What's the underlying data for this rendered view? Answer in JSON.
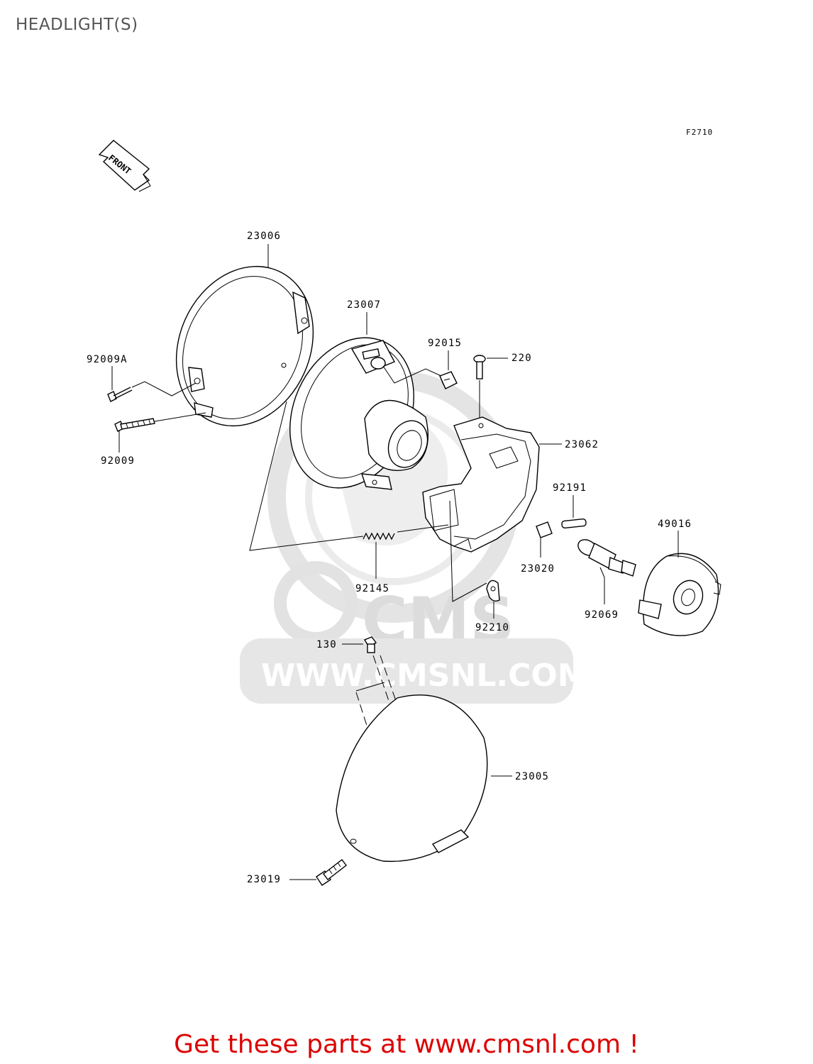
{
  "title": "HEADLIGHT(S)",
  "figure_code": "F2710",
  "front_label": "FRONT",
  "watermark": {
    "brand": "CMS",
    "url": "WWW.CMSNL.COM",
    "color": "#dcdcdc"
  },
  "footer": {
    "text": "Get these parts at www.cmsnl.com !",
    "color": "#dd0000"
  },
  "parts": {
    "p23006": "23006",
    "p23007": "23007",
    "p92015": "92015",
    "p220": "220",
    "p92009A": "92009A",
    "p92009": "92009",
    "p23062": "23062",
    "p92191": "92191",
    "p49016": "49016",
    "p23020": "23020",
    "p92145": "92145",
    "p92069": "92069",
    "p92210": "92210",
    "p130": "130",
    "p23005": "23005",
    "p23019": "23019"
  }
}
